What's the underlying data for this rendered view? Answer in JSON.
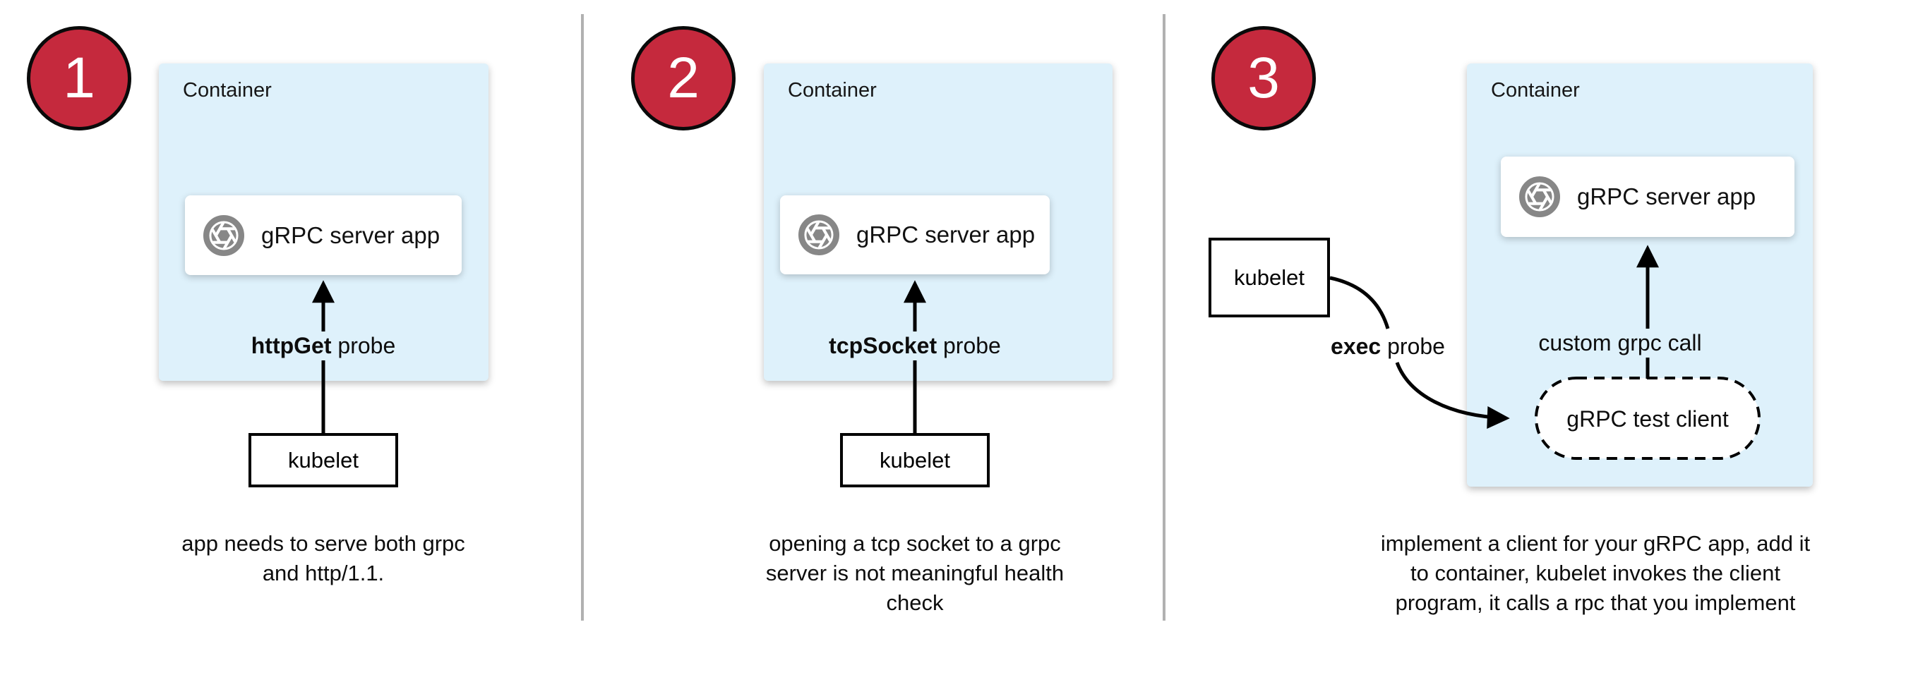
{
  "colors": {
    "badge_red": "#c5293d",
    "container_blue": "#def1fb",
    "icon_gray": "#878787",
    "divider_gray": "#b1b1b1",
    "line_black": "#000000"
  },
  "icons": {
    "app_icon": "aperture-icon"
  },
  "panels": [
    {
      "number": "1",
      "container_title": "Container",
      "app_label": "gRPC server app",
      "probe_bold": "httpGet",
      "probe_rest": " probe",
      "kubelet_label": "kubelet",
      "caption_lines": [
        "app needs to serve both grpc",
        "and http/1.1."
      ]
    },
    {
      "number": "2",
      "container_title": "Container",
      "app_label": "gRPC server app",
      "probe_bold": "tcpSocket",
      "probe_rest": " probe",
      "kubelet_label": "kubelet",
      "caption_lines": [
        "opening a tcp socket to a grpc",
        "server is not meaningful health",
        "check"
      ]
    },
    {
      "number": "3",
      "container_title": "Container",
      "app_label": "gRPC server app",
      "probe_bold": "exec",
      "probe_rest": " probe",
      "call_label": "custom grpc call",
      "client_label": "gRPC test client",
      "kubelet_label": "kubelet",
      "caption_lines": [
        "implement a client for your gRPC app, add it",
        "to container, kubelet invokes the client",
        "program, it calls a rpc that you implement"
      ]
    }
  ]
}
